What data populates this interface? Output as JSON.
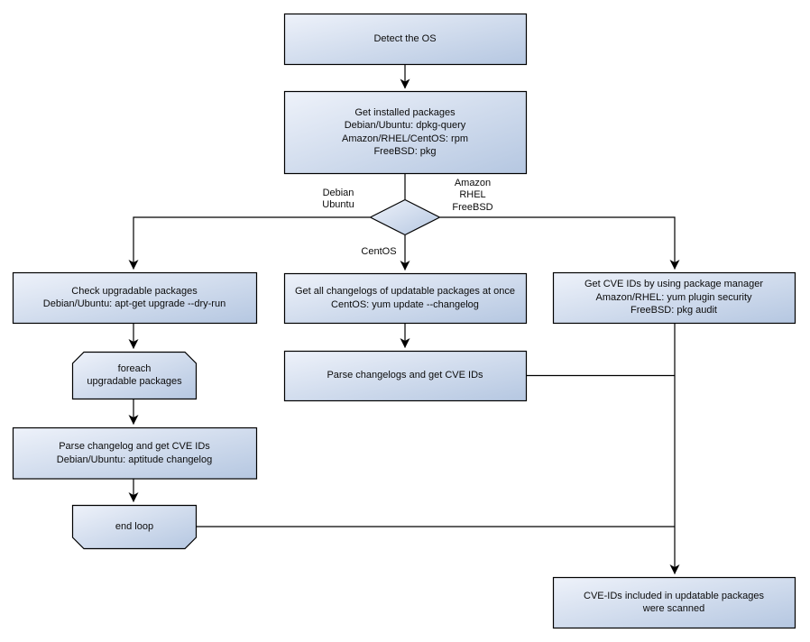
{
  "diagram": {
    "nodes": {
      "detect_os": "Detect the OS",
      "get_installed": "Get installed packages\nDebian/Ubuntu: dpkg-query\nAmazon/RHEL/CentOS: rpm\nFreeBSD: pkg",
      "check_upgradable": "Check upgradable packages\nDebian/Ubuntu: apt-get upgrade --dry-run",
      "foreach_loop": "foreach\nupgradable packages",
      "parse_changelog_left": "Parse changelog and get CVE IDs\nDebian/Ubuntu: aptitude changelog",
      "end_loop": "end loop",
      "get_all_changelogs": "Get all changelogs of updatable packages at once\nCentOS: yum update --changelog",
      "parse_changelogs_center": "Parse changelogs and get CVE IDs",
      "get_cve_ids": "Get CVE IDs by using package manager\nAmazon/RHEL: yum plugin security\nFreeBSD: pkg audit",
      "cve_scanned": "CVE-IDs included in updatable packages\nwere scanned"
    },
    "edge_labels": {
      "left_branch": "Debian\nUbuntu",
      "right_branch": "Amazon\nRHEL\nFreeBSD",
      "bottom_branch": "CentOS"
    },
    "colors": {
      "node_fill_light": "#eef2fa",
      "node_fill_dark": "#b5c7e1",
      "node_border": "#000000",
      "edge": "#000000",
      "text": "#0b0b0b",
      "background": "#ffffff"
    }
  }
}
